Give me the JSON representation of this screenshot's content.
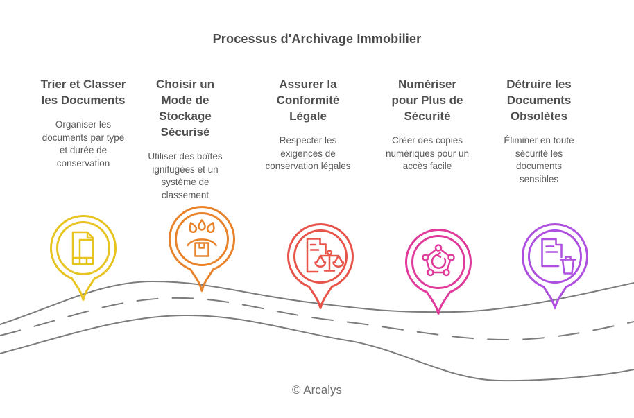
{
  "title": "Processus d'Archivage Immobilier",
  "footer": "© Arcalys",
  "road": {
    "color": "#7c7c7c"
  },
  "steps": [
    {
      "heading": "Trier et Classer\nles Documents",
      "description": "Organiser les\ndocuments par type\net durée de\nconservation",
      "color": "#e7c41f",
      "icon": "document-layout-icon"
    },
    {
      "heading": "Choisir un\nMode de\nStockage\nSécurisé",
      "description": "Utiliser des boîtes\nignifugées et un\nsystème de\nclassement",
      "color": "#e8832b",
      "icon": "fireproof-box-icon"
    },
    {
      "heading": "Assurer la\nConformité\nLégale",
      "description": "Respecter les\nexigences de\nconservation légales",
      "color": "#e8544a",
      "icon": "legal-compliance-icon"
    },
    {
      "heading": "Numériser\npour Plus de\nSécurité",
      "description": "Créer des copies\nnumériques pour un\naccès facile",
      "color": "#e03a9b",
      "icon": "digitize-network-icon"
    },
    {
      "heading": "Détruire les\nDocuments\nObsolètes",
      "description": "Éliminer en toute\nsécurité les\ndocuments\nsensibles",
      "color": "#ae4fe0",
      "icon": "shred-document-icon"
    }
  ]
}
